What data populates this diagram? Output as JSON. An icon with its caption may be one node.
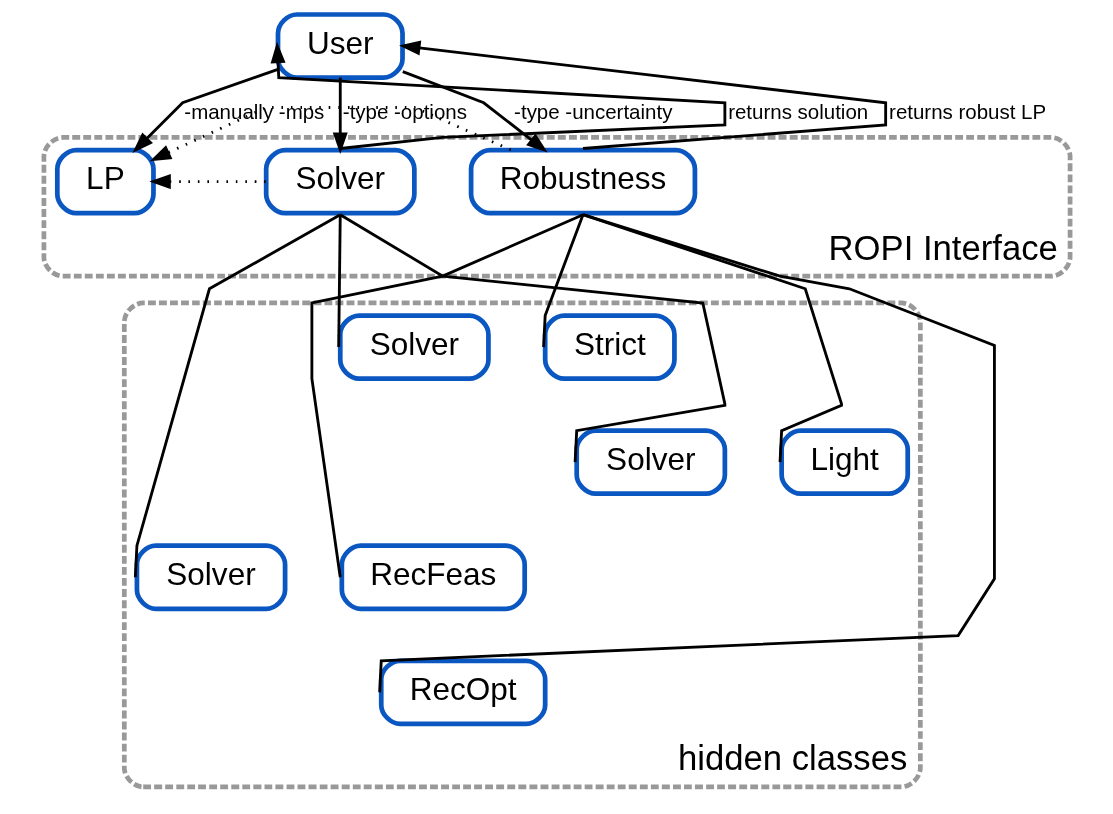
{
  "diagram": {
    "nodes": [
      {
        "text": [
          "User"
        ]
      },
      {
        "text": [
          "ROPI Interface"
        ]
      },
      {
        "text": [
          "Solver"
        ],
        "in": 1
      },
      {
        "text": [
          "LP"
        ],
        "in": 1
      },
      {
        "text": [
          "Robustness"
        ],
        "in": 1
      },
      {
        "text": [
          "hidden classes"
        ]
      },
      {
        "text": [
          "Solver"
        ],
        "in": 5
      },
      {
        "text": [
          "Solver"
        ],
        "in": 5
      },
      {
        "text": [
          "Solver"
        ],
        "in": 5
      },
      {
        "text": [
          "Strict"
        ],
        "in": 5
      },
      {
        "text": [
          "Light"
        ],
        "in": 5
      },
      {
        "text": [
          "RecFeas"
        ],
        "in": 5
      },
      {
        "text": [
          "RecOpt"
        ],
        "in": 5
      }
    ],
    "edges": [
      {
        "from": 2,
        "to": 0,
        "arrow": "to",
        "label": "returns solution"
      },
      {
        "from": 4,
        "to": 0,
        "arrow": "to",
        "label": "returns robust LP"
      },
      {
        "from": 0,
        "to": 2,
        "arrow": "to",
        "label": "-type -options"
      },
      {
        "from": 0,
        "to": 3,
        "arrow": "to",
        "label": "-manually -mps"
      },
      {
        "from": 0,
        "to": 4,
        "arrow": "to",
        "label": "-type -uncertainty"
      },
      {
        "from": 2,
        "to": 3,
        "arrow": "to",
        "style": "dashed"
      },
      {
        "from": 4,
        "to": 3,
        "arrow": "to",
        "style": "dashed"
      },
      {
        "from": 2,
        "to": 6,
        "arrow": "none"
      },
      {
        "from": 2,
        "to": 7,
        "arrow": "none"
      },
      {
        "from": 2,
        "to": 8,
        "arrow": "none"
      },
      {
        "from": 4,
        "to": 9,
        "arrow": "none"
      },
      {
        "from": 4,
        "to": 10,
        "arrow": "none"
      },
      {
        "from": 4,
        "to": 11,
        "arrow": "none"
      },
      {
        "from": 4,
        "to": 12,
        "arrow": "none"
      }
    ]
  }
}
